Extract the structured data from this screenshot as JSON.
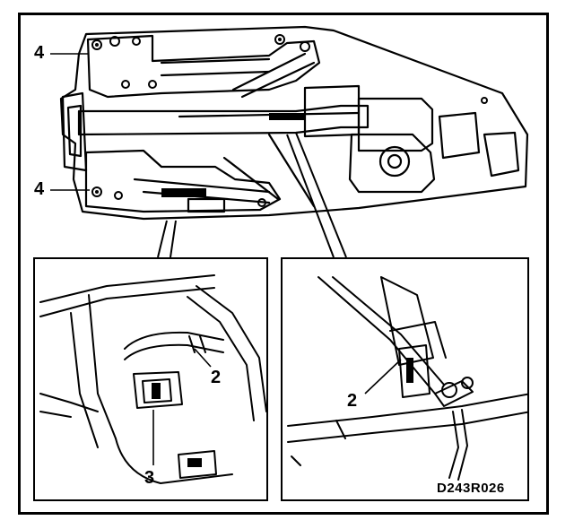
{
  "callouts": {
    "c4_top": "4",
    "c4_bottom": "4",
    "c2_left": "2",
    "c3_left": "3",
    "c2_right": "2"
  },
  "figure_code": "D243R026"
}
